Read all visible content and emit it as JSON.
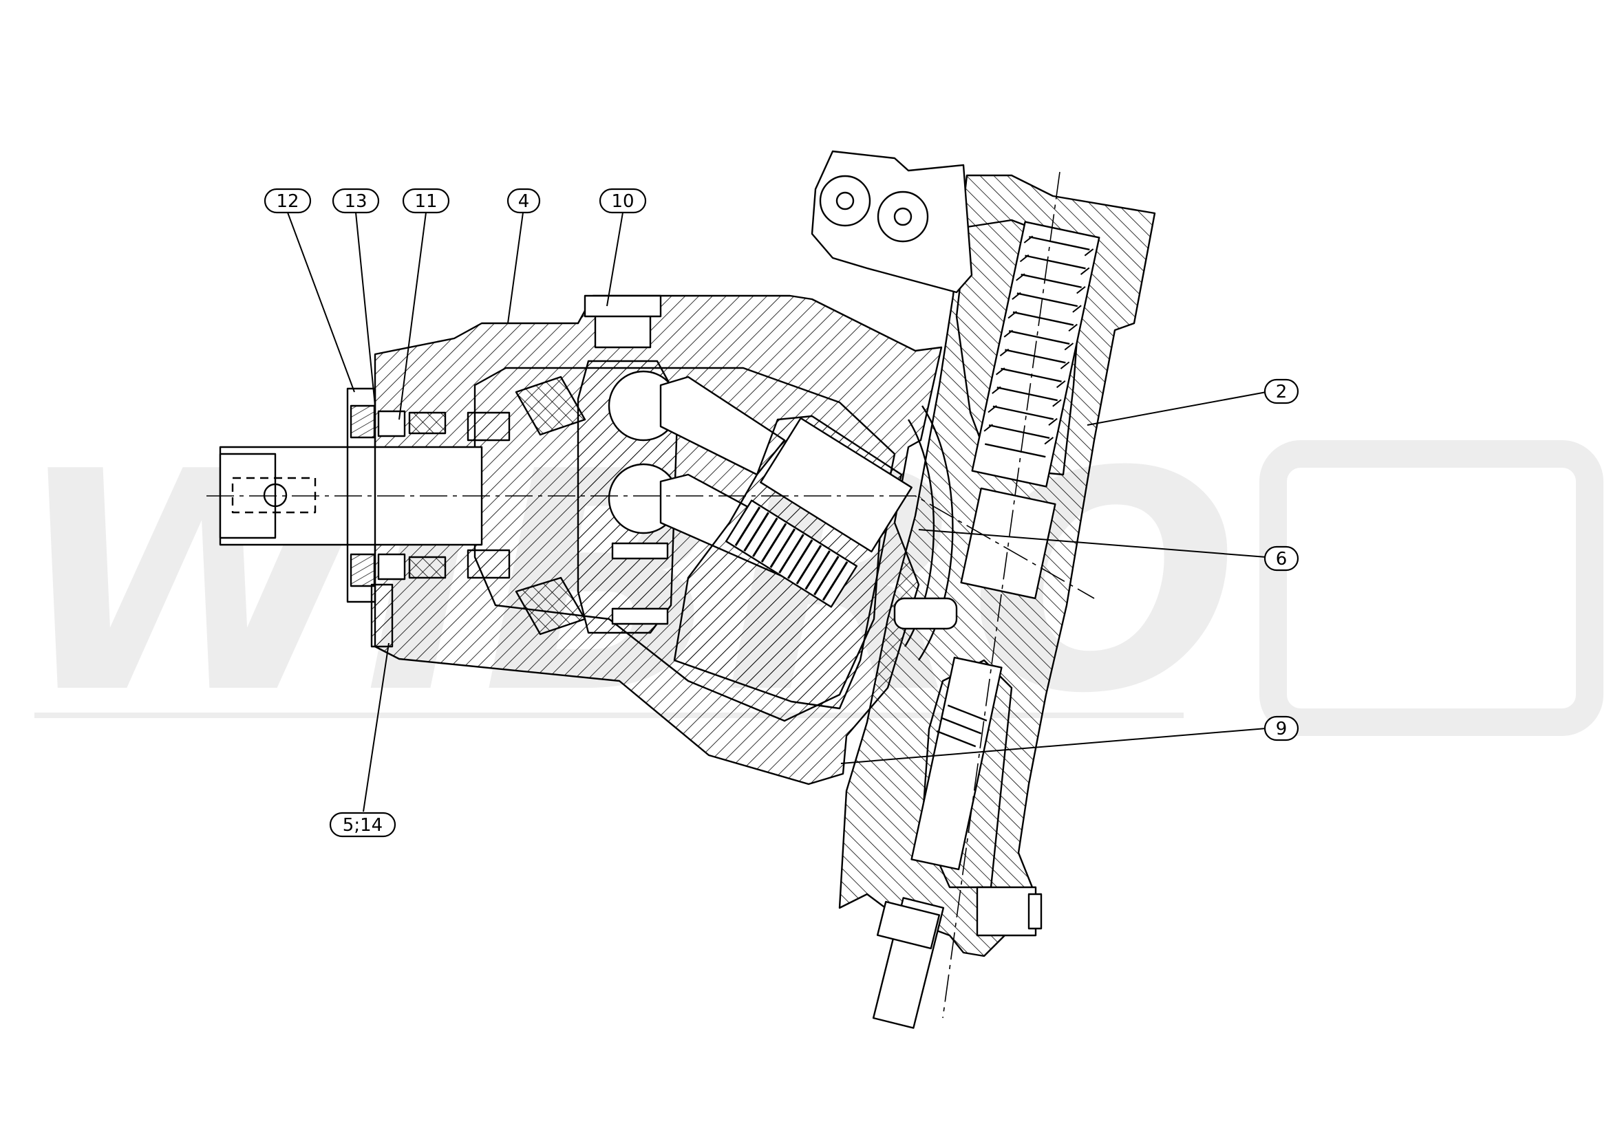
{
  "watermark": {
    "text": "WIBRO"
  },
  "callouts": [
    {
      "id": "12",
      "text": "12"
    },
    {
      "id": "13",
      "text": "13"
    },
    {
      "id": "11",
      "text": "11"
    },
    {
      "id": "4",
      "text": "4"
    },
    {
      "id": "10",
      "text": "10"
    },
    {
      "id": "2",
      "text": "2"
    },
    {
      "id": "6",
      "text": "6"
    },
    {
      "id": "9",
      "text": "9"
    },
    {
      "id": "5-14",
      "text": "5;14"
    }
  ],
  "colors": {
    "line": "#000000",
    "watermark": "#e8e8e8",
    "background": "#ffffff"
  }
}
